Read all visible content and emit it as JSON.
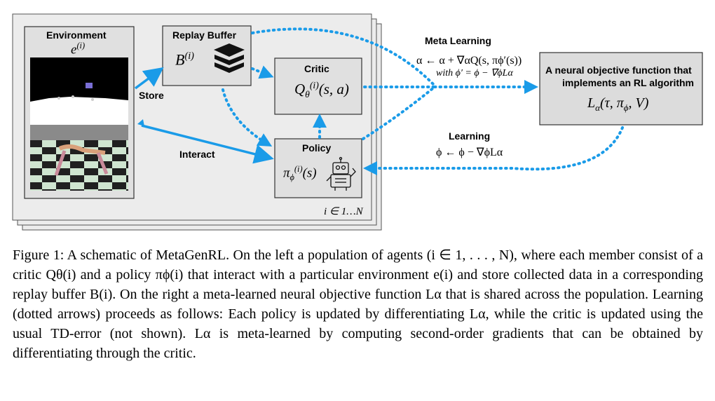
{
  "figure": {
    "environment_label": "Environment",
    "environment_math": "e(i)",
    "replay_buffer_label": "Replay Buffer",
    "replay_buffer_math": "B(i)",
    "critic_label": "Critic",
    "critic_math": "Qθ(i)(s, a)",
    "policy_label": "Policy",
    "policy_math": "πϕ(i)(s)",
    "store_label": "Store",
    "interact_label": "Interact",
    "population_label": "i ∈ 1…N",
    "meta_learning_label": "Meta Learning",
    "meta_update": "α ← α + ∇αQ(s, πϕ′(s))",
    "meta_update_with": "with ϕ′ = ϕ − ∇ϕLα",
    "objective_title_line1": "A neural objective function that",
    "objective_title_line2": "implements an RL algorithm",
    "objective_math": "Lα(τ, πϕ, V)",
    "learning_label": "Learning",
    "learning_update": "ϕ ← ϕ − ∇ϕLα",
    "colors": {
      "arrow": "#1a9be8",
      "box": "#dcdcdc",
      "border": "#333333"
    }
  },
  "caption": {
    "text": "Figure 1: A schematic of MetaGenRL. On the left a population of agents (i ∈ 1, . . . , N), where each member consist of a critic Qθ(i) and a policy πϕ(i) that interact with a particular environment e(i) and store collected data in a corresponding replay buffer B(i). On the right a meta-learned neural objective function Lα that is shared across the population. Learning (dotted arrows) proceeds as follows: Each policy is updated by differentiating Lα, while the critic is updated using the usual TD-error (not shown). Lα is meta-learned by computing second-order gradients that can be obtained by differentiating through the critic."
  }
}
